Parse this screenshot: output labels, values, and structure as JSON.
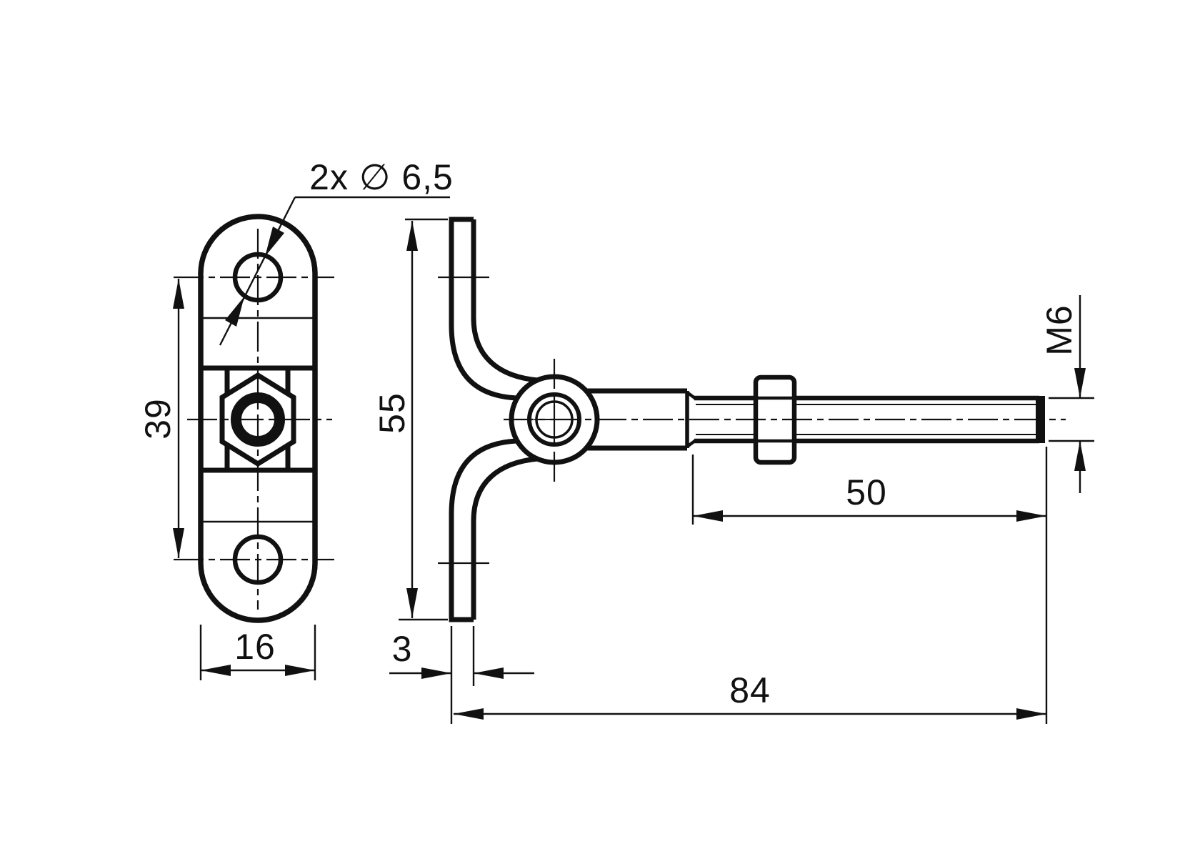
{
  "drawing": {
    "description": "technical drawing of swing hook eye bolt with mounting plate, two orthographic views",
    "colors": {
      "ink": "#111111",
      "background": "#ffffff"
    },
    "views": {
      "front_view": "mounting plate front view",
      "side_view": "side profile with eye bolt and threaded rod"
    },
    "dimensions": {
      "hole_callout": "2x ∅ 6,5",
      "hole_spacing": "39",
      "plate_width": "16",
      "plate_height": "55",
      "plate_thickness": "3",
      "thread_length": "50",
      "overall_length": "84",
      "thread_size": "M6"
    }
  }
}
